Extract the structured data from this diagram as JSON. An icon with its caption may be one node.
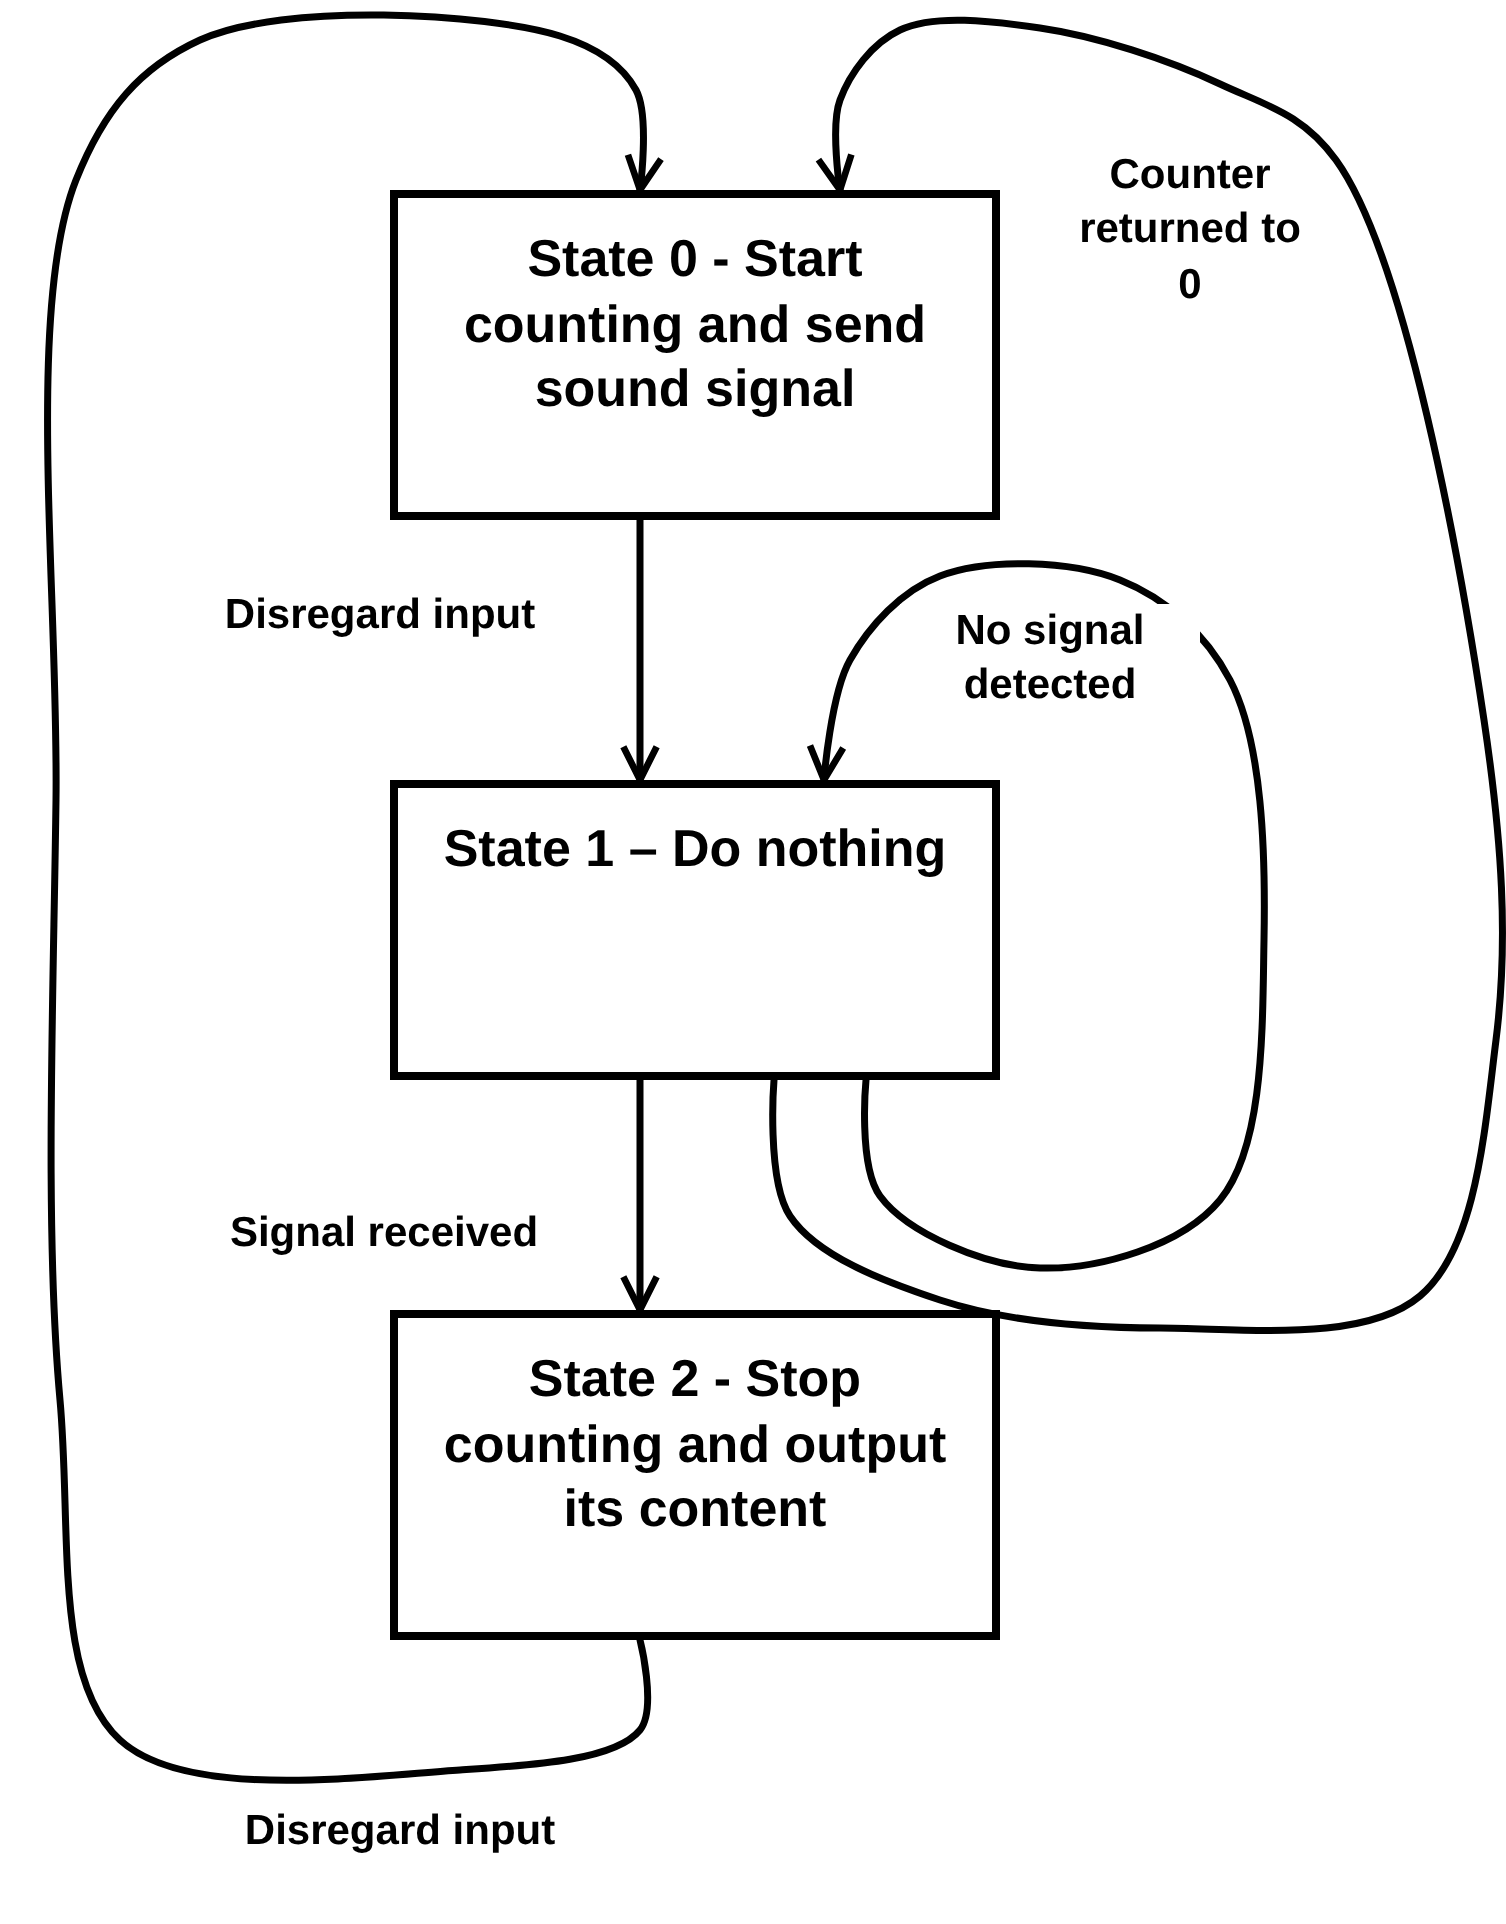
{
  "diagram": {
    "nodes": [
      {
        "text": [
          "State 0 - Start counting and send sound signal"
        ]
      },
      {
        "text": [
          "State 1 – Do nothing"
        ]
      },
      {
        "text": [
          "State 2 - Stop counting and output its content"
        ]
      }
    ],
    "edges": [
      {
        "from": 0,
        "to": 1,
        "arrow": "to",
        "label": "Disregard input"
      },
      {
        "from": 1,
        "to": 2,
        "arrow": "to",
        "label": "Signal received"
      },
      {
        "from": 1,
        "to": 1,
        "arrow": "to",
        "label": "No signal detected"
      },
      {
        "from": 1,
        "to": 0,
        "arrow": "to",
        "label": "Counter returned to 0"
      },
      {
        "from": 2,
        "to": 0,
        "arrow": "to",
        "label": "Disregard input"
      }
    ]
  }
}
